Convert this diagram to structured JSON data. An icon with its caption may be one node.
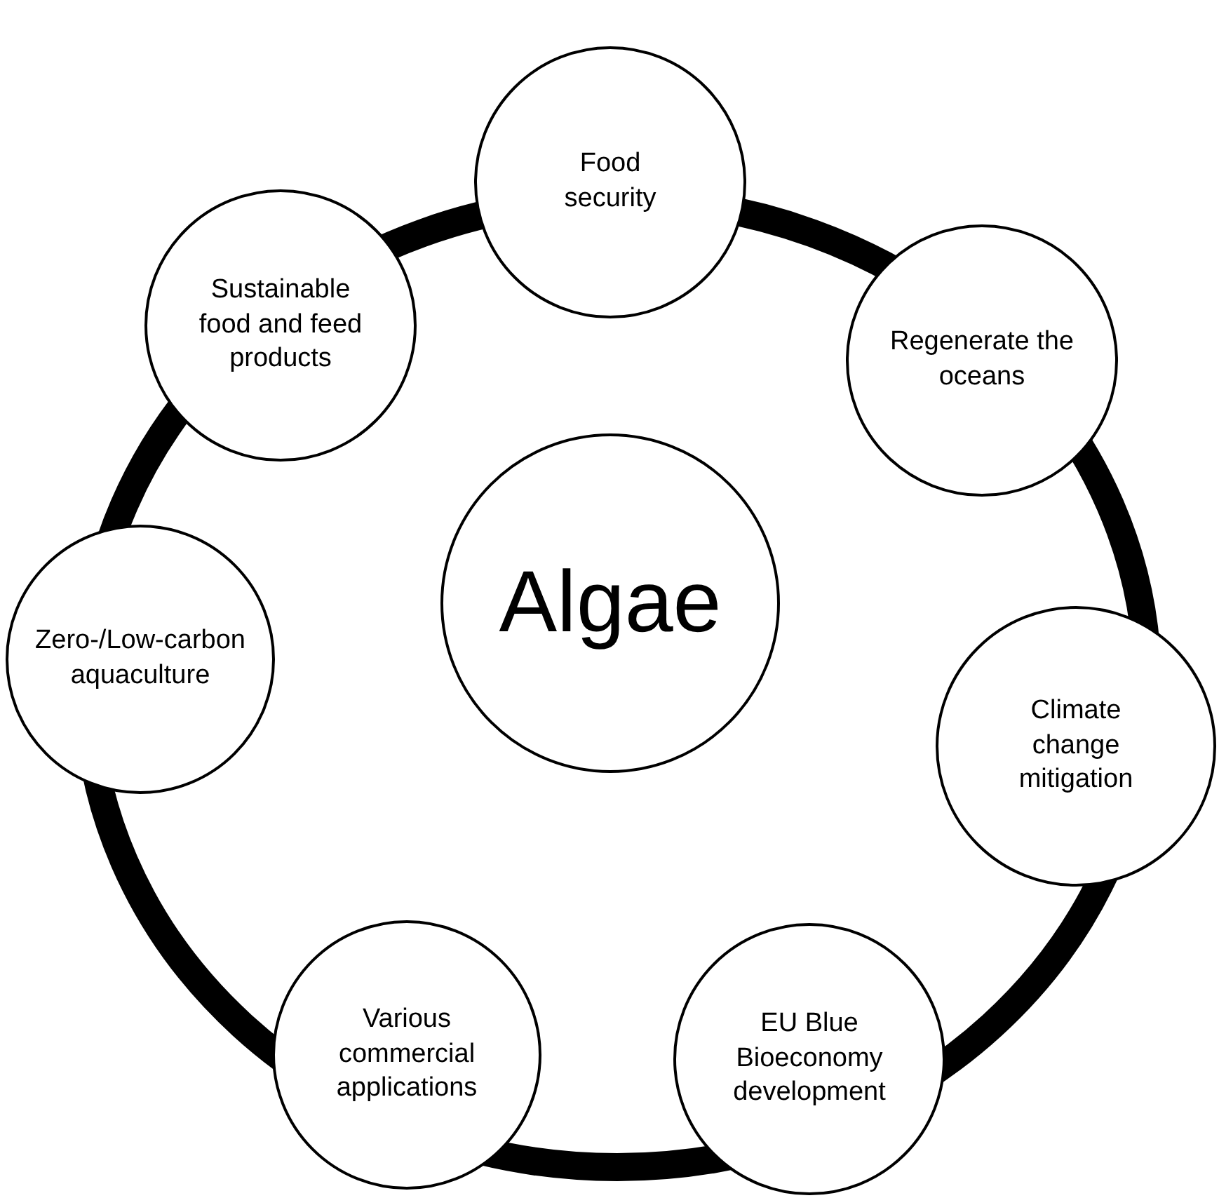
{
  "diagram": {
    "nodes": [
      {
        "text": [
          "Food security"
        ]
      },
      {
        "text": [
          "Sustainable food and feed products"
        ]
      },
      {
        "text": [
          "Regenerate the oceans"
        ]
      },
      {
        "text": [
          "Algae"
        ]
      },
      {
        "text": [
          "Zero-/Low-carbon aquaculture"
        ]
      },
      {
        "text": [
          "Climate change mitigation"
        ]
      },
      {
        "text": [
          "Various commercial applications"
        ]
      },
      {
        "text": [
          "EU Blue Bioeconomy development"
        ]
      }
    ]
  }
}
